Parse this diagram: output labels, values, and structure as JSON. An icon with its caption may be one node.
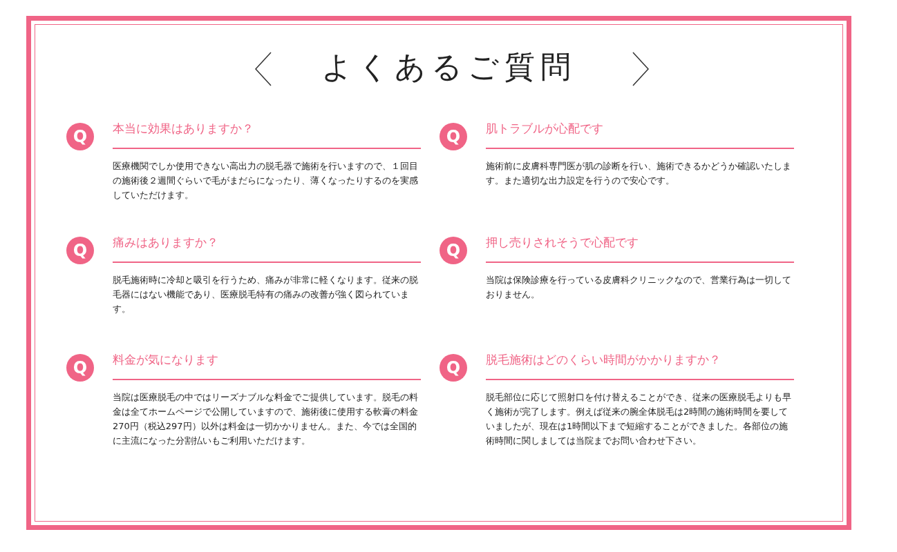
{
  "diagram": {
    "title": "よくあるご質問",
    "nodes": [
      {
        "text": [
          "Q"
        ],
        "beside": [
          "本当に効果はありますか？",
          "医療機関でしか使用できない高出力の脱毛器で施術を行いますので、１回目の施術後２週間ぐらいで毛がまだらになったり、薄くなったりするのを実感していただけます。"
        ]
      },
      {
        "text": [
          "Q"
        ],
        "beside": [
          "肌トラブルが心配です",
          "施術前に皮膚科専門医が肌の診断を行い、施術できるかどうか確認いたします。また適切な出力設定を行うので安心です。"
        ]
      },
      {
        "text": [
          "Q"
        ],
        "beside": [
          "痛みはありますか？",
          "脱毛施術時に冷却と吸引を行うため、痛みが非常に軽くなります。従来の脱毛器にはない機能であり、医療脱毛特有の痛みの改善が強く図られています。"
        ]
      },
      {
        "text": [
          "Q"
        ],
        "beside": [
          "押し売りされそうで心配です",
          "当院は保険診療を行っている皮膚科クリニックなので、営業行為は一切しておりません。"
        ]
      },
      {
        "text": [
          "Q"
        ],
        "beside": [
          "料金が気になります",
          "当院は医療脱毛の中ではリーズナブルな料金でご提供しています。脱毛の料金は全てホームページで公開していますので、施術後に使用する軟膏の料金270円（税込297円）以外は料金は一切かかりません。また、今では全国的に主流になった分割払いもご利用いただけます。"
        ]
      },
      {
        "text": [
          "Q"
        ],
        "beside": [
          "脱毛施術はどのくらい時間がかかりますか？",
          "脱毛部位に応じて照射口を付け替えることができ、従来の医療脱毛よりも早く施術が完了します。例えば従来の腕全体脱毛は2時間の施術時間を要していましたが、現在は1時間以下まで短縮することができました。各部位の施術時間に関しましては当院までお問い合わせ下さい。"
        ]
      }
    ]
  }
}
